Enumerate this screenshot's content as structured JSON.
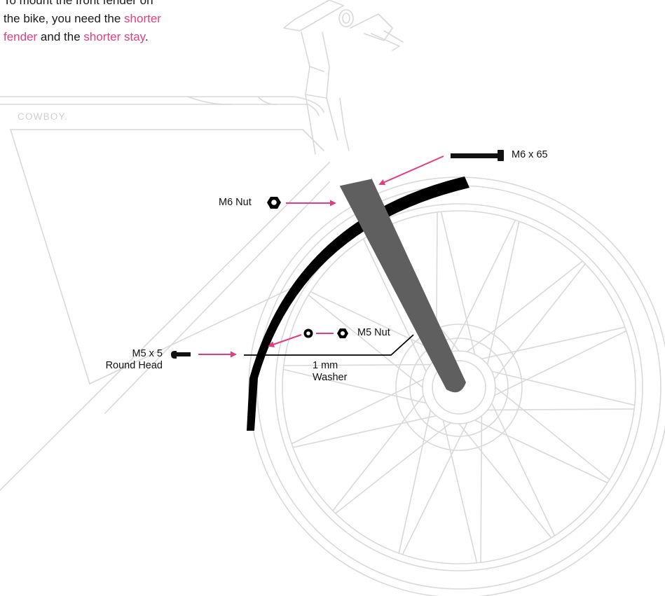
{
  "intro": {
    "line1": "To mount the front fender on",
    "line2_prefix": "the bike, you need the ",
    "highlight_fender_a": "shorter",
    "highlight_fender_b": "fender",
    "mid_text": " and the ",
    "highlight_stay": "shorter stay",
    "suffix": "."
  },
  "brand": "COWBOY.",
  "labels": {
    "m6x65": "M6 x 65",
    "m6nut": "M6 Nut",
    "m5nut": "M5 Nut",
    "m5x5_line1": "M5 x 5",
    "m5x5_line2": "Round Head",
    "washer_line1": "1 mm",
    "washer_line2": "Washer"
  },
  "colors": {
    "accent": "#e23d80",
    "outline": "#d9d9d9",
    "fender": "#000000",
    "fork": "#5f5f5f",
    "text": "#1a1a1a"
  },
  "icons": [
    "bolt-icon",
    "hex-nut-icon",
    "washer-icon",
    "arrow-icon"
  ]
}
